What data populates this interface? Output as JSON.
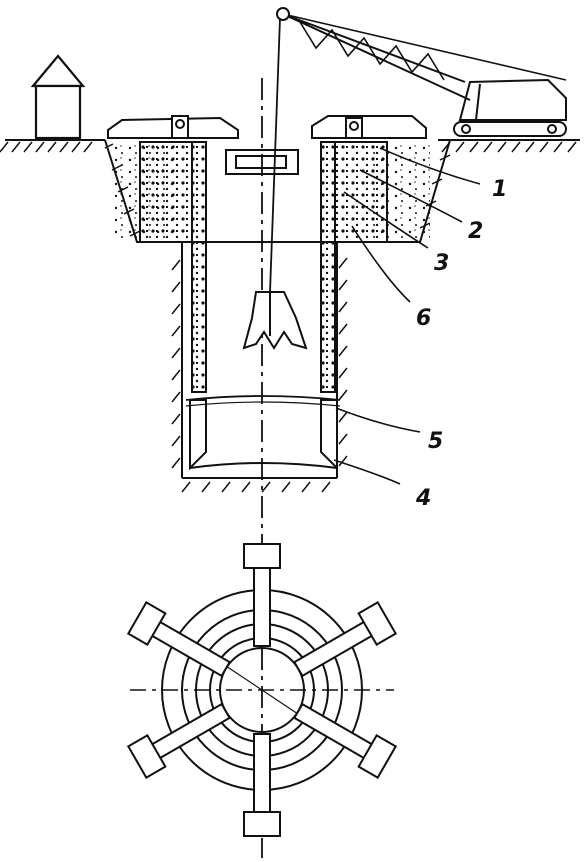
{
  "figure": {
    "callouts": [
      {
        "id": "1",
        "text": "1"
      },
      {
        "id": "2",
        "text": "2"
      },
      {
        "id": "3",
        "text": "3"
      },
      {
        "id": "6",
        "text": "6"
      },
      {
        "id": "5",
        "text": "5"
      },
      {
        "id": "4",
        "text": "4"
      }
    ],
    "colors": {
      "ink": "#111111",
      "background": "#ffffff"
    }
  }
}
